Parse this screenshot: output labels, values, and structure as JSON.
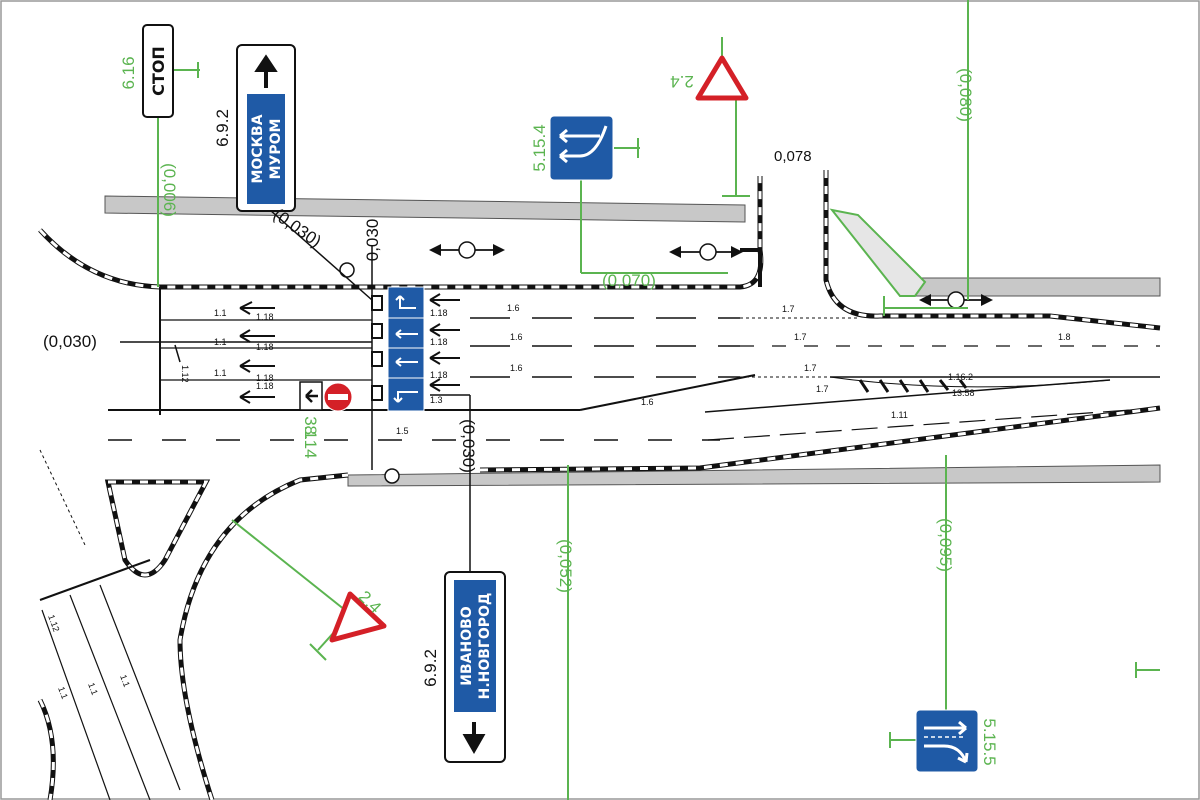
{
  "colors": {
    "curb_gray": "#c8c8c8",
    "leader_green": "#5bb450",
    "sign_blue": "#1f5aa6",
    "sign_red": "#d42027",
    "ink": "#111111"
  },
  "signs": {
    "stop": {
      "code": "6.16",
      "text": "СТОП"
    },
    "direction_north": {
      "code": "6.9.2",
      "line1": "МОСКВА",
      "line2": "МУРОМ"
    },
    "direction_south": {
      "code": "6.9.2",
      "line1": "ИВАНОВО",
      "line2": "Н.НОВГОРОД"
    },
    "lanes_top": {
      "code": "5.15.4"
    },
    "lanes_bottom": {
      "code": "5.15.5"
    },
    "yield_top": {
      "code": "2.4"
    },
    "yield_bottom": {
      "code": "2.4"
    },
    "no_entry": {
      "code": "3.1"
    },
    "plate": {
      "code": "8.14"
    }
  },
  "distances": {
    "stop_leader": "(0,006)",
    "post_a": "(0,030)",
    "post_a_plain": "0,030",
    "left_edge": "(0,030)",
    "lanes_top": "(0,070)",
    "top_right_plain": "0,078",
    "far_right": "(0,080)",
    "south_post": "(0,030)",
    "lower_mid": "(0,052)",
    "lower_right": "(0,095)"
  },
  "markings": {
    "m11": "1.1",
    "m112": "1.12",
    "m118": "1.18",
    "m13": "1.3",
    "m15": "1.5",
    "m16": "1.6",
    "m17": "1.7",
    "m18": "1.8",
    "m111": "1.11",
    "m116": "1.16.2",
    "m1163": "13.58"
  }
}
